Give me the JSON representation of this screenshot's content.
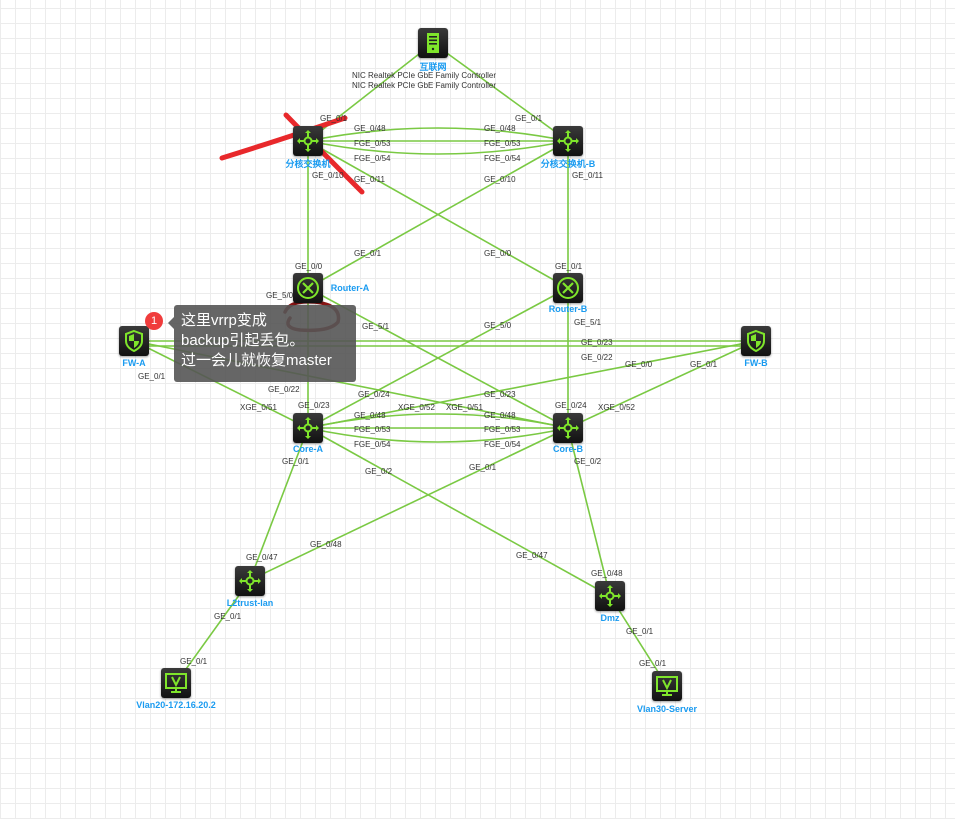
{
  "nodes": {
    "internet": "互联网",
    "sw_a": "分核交换机",
    "sw_b": "分核交换机-B",
    "router_a": "Router-A",
    "router_b": "Router-B",
    "fw_a": "FW-A",
    "fw_b": "FW-B",
    "core_a": "Core-A",
    "core_b": "Core-B",
    "l2": "L2trust-lan",
    "dmz": "Dmz",
    "pc": "Vlan20-172.16.20.2",
    "server": "Vlan30-Server"
  },
  "nic_labels": [
    "NIC Realtek PCIe GbE Family Controller",
    "NIC Realtek PCIe GbE Family Controller"
  ],
  "ports": [
    "GE_0/1",
    "GE_0/48",
    "FGE_0/53",
    "FGE_0/54",
    "GE_0/11",
    "GE_0/48",
    "FGE_0/53",
    "FGE_0/54",
    "GE_0/10",
    "GE_0/1",
    "GE_0/10",
    "GE_0/11",
    "GE_0/1",
    "GE_0/0",
    "GE_0/0",
    "GE_0/1",
    "GE_5/0",
    "GE_5/1",
    "GE_5/1",
    "GE_5/0",
    "GE_0/23",
    "GE_0/22",
    "GE_0/0",
    "GE_0/1",
    "GE_0/22",
    "GE_0/1",
    "GE_0/24",
    "GE_0/23",
    "XGE_0/51",
    "GE_0/23",
    "XGE_0/52",
    "XGE_0/51",
    "GE_0/48",
    "GE_0/48",
    "GE_0/24",
    "XGE_0/52",
    "FGE_0/53",
    "FGE_0/54",
    "FGE_0/53",
    "FGE_0/54",
    "GE_0/1",
    "GE_0/2",
    "GE_0/2",
    "GE_0/1",
    "GE_0/48",
    "GE_0/47",
    "GE_0/47",
    "GE_0/48",
    "GE_0/1",
    "GE_0/1",
    "GE_0/1",
    "GE_0/1"
  ],
  "annotation": {
    "badge": "1",
    "lines": [
      "这里vrrp变成",
      "backup引起丢包。",
      "过一会儿就恢复master"
    ]
  },
  "colors": {
    "link": "#7ac943",
    "icon": "#7fe52b",
    "label": "#1a9bf0",
    "mark": "#e8282b"
  }
}
